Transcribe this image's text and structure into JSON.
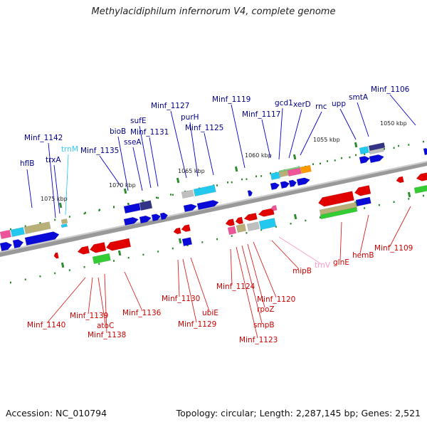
{
  "title": "Methylacidiphilum infernorum V4, complete genome",
  "footer": {
    "accession": "Accession: NC_010794",
    "topology": "Topology: circular; Length: 2,287,145 bp; Genes: 2,521"
  },
  "colors": {
    "forward_label": "#00008b",
    "reverse_label": "#cc0000",
    "trna_forward": "#33ccff",
    "trna_reverse": "#ff99cc",
    "backbone": "#888888"
  },
  "ticks": [
    "1050 kbp",
    "1055 kbp",
    "1060 kbp",
    "1065 kbp",
    "1070 kbp",
    "1075 kbp"
  ],
  "genes_forward": [
    "hflB",
    "trxA",
    "trnM",
    "Minf_1142",
    "Minf_1135",
    "bioB",
    "sseA",
    "sufE",
    "Minf_1131",
    "Minf_1127",
    "purH",
    "Minf_1125",
    "Minf_1119",
    "Minf_1117",
    "gcd1",
    "xerD",
    "rnc",
    "upp",
    "smtA",
    "Minf_1106"
  ],
  "genes_reverse": [
    "Minf_1140",
    "Minf_1139",
    "atoC",
    "Minf_1138",
    "Minf_1136",
    "Minf_1130",
    "Minf_1129",
    "ubiE",
    "Minf_1124",
    "Minf_1123",
    "smpB",
    "rpoZ",
    "Minf_1120",
    "mipB",
    "trnV",
    "glnE",
    "hemB",
    "Minf_1109"
  ]
}
